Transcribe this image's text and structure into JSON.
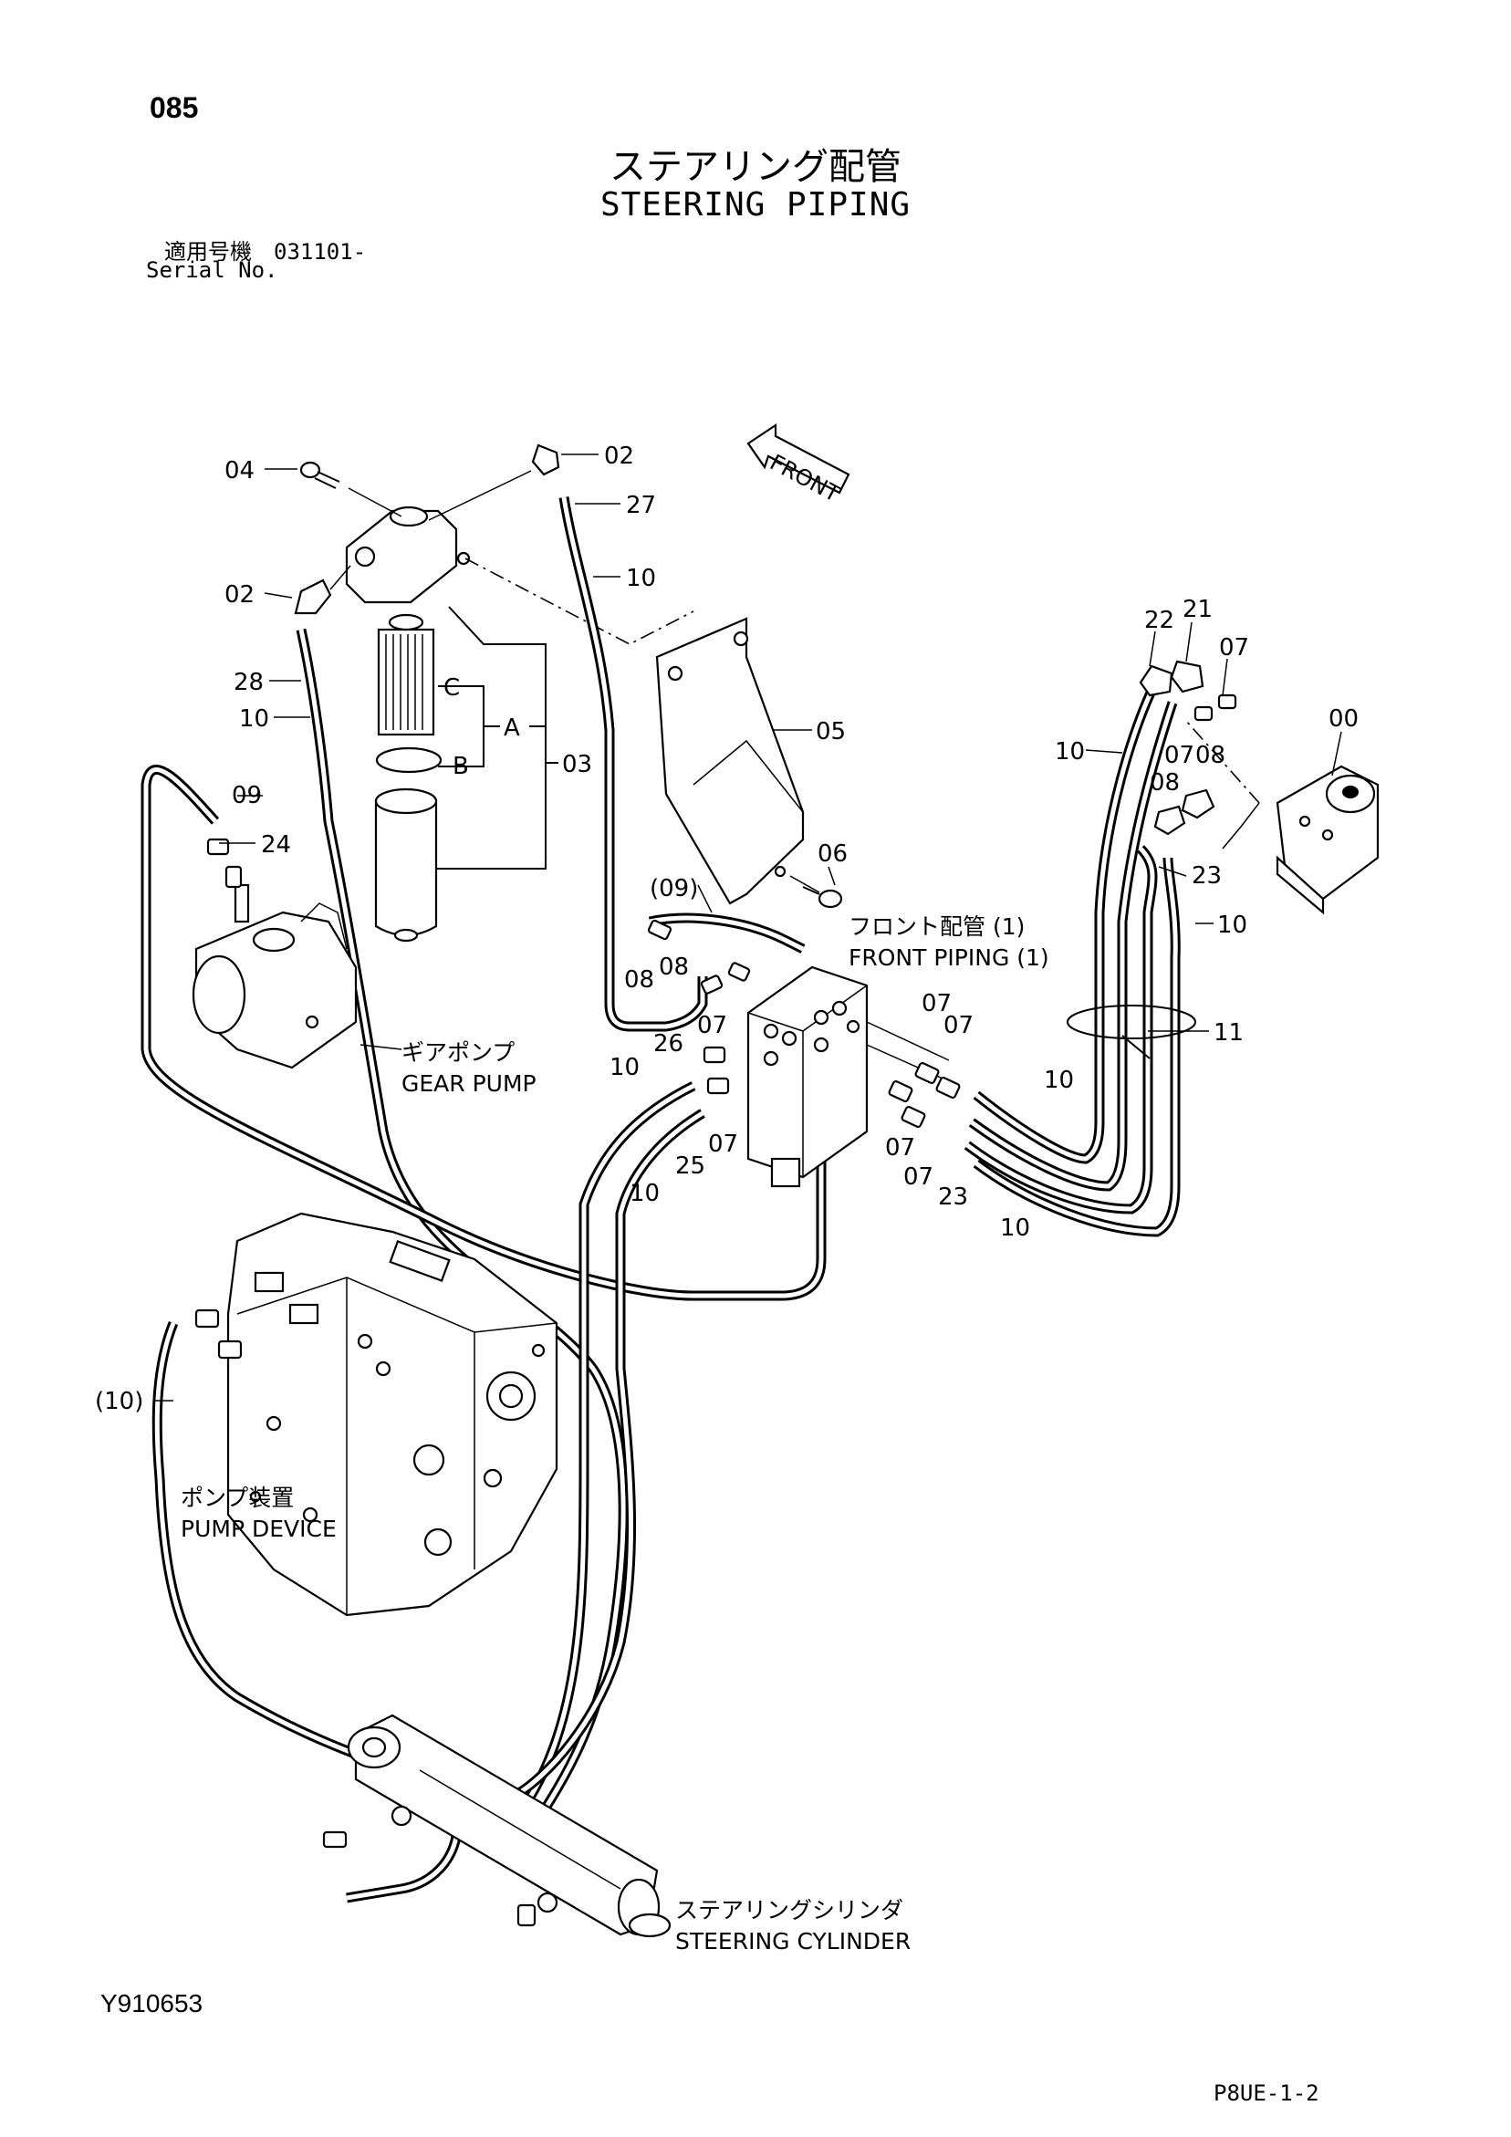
{
  "header": {
    "page_number": "085",
    "title_jp": "ステアリング配管",
    "title_en": "STEERING PIPING",
    "serial_label_jp": "適用号機　031101-",
    "serial_label_en": "Serial No."
  },
  "footer": {
    "drawing_id": "Y910653",
    "sheet_code": "P8UE-1-2"
  },
  "direction": {
    "front_label": "FRONT"
  },
  "callouts": {
    "c04": "04",
    "c02a": "02",
    "c27": "27",
    "c10a": "10",
    "c02b": "02",
    "c28": "28",
    "c10b": "10",
    "cC": "C",
    "cA": "A",
    "cB": "B",
    "c03": "03",
    "c09": "09",
    "c24": "24",
    "c05": "05",
    "c06": "06",
    "c09p": "(09)",
    "c08a": "08",
    "c08b": "08",
    "c22": "22",
    "c21": "21",
    "c07a": "07",
    "c00": "00",
    "c10c": "10",
    "c07b": "07",
    "c08c": "08",
    "c08d": "08",
    "c23a": "23",
    "c10d": "10",
    "c11": "11",
    "c10e": "10",
    "c26": "26",
    "c07c": "07",
    "c07d": "07",
    "c07e": "07",
    "c07f": "07",
    "c07g": "07",
    "c07h": "07",
    "c25": "25",
    "c10f": "10",
    "c10g": "10",
    "c23b": "23",
    "c10h": "10",
    "c10p": "(10)"
  },
  "assemblies": {
    "front_piping_jp": "フロント配管 (1)",
    "front_piping_en": "FRONT PIPING (1)",
    "gear_pump_jp": "ギアポンプ",
    "gear_pump_en": "GEAR PUMP",
    "pump_device_jp": "ポンプ装置",
    "pump_device_en": "PUMP DEVICE",
    "steering_cylinder_jp": "ステアリングシリンダ",
    "steering_cylinder_en": "STEERING CYLINDER"
  }
}
